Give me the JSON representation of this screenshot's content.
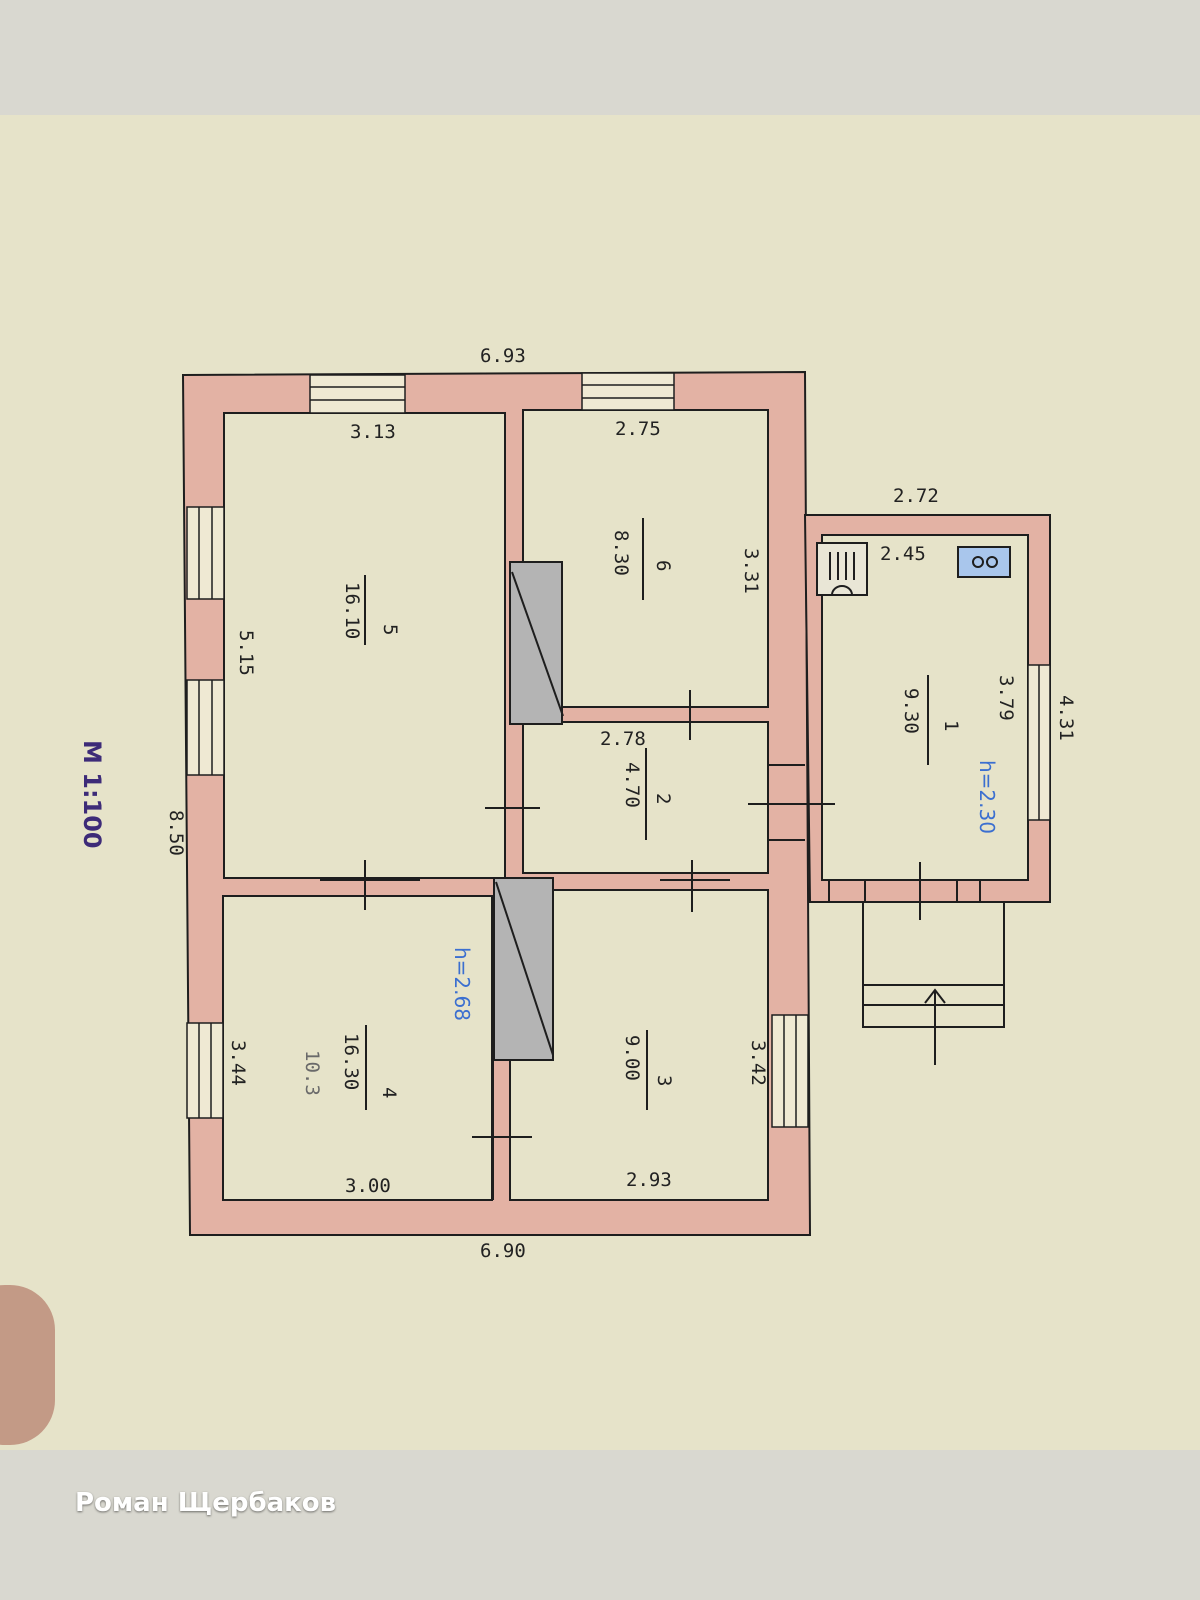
{
  "overall": {
    "top_width": "6.93",
    "bottom_width": "6.90",
    "left_height": "8.50",
    "annex_width": "2.72",
    "annex_height": "4.31"
  },
  "rooms": [
    {
      "number": "5",
      "area": "16.10",
      "dim_top": "3.13",
      "dim_side": "5.15"
    },
    {
      "number": "6",
      "area": "8.30",
      "dim_top": "2.75",
      "dim_side": "3.31"
    },
    {
      "number": "1",
      "area": "9.30",
      "dim_top": "2.45",
      "dim_side": "3.79"
    },
    {
      "number": "2",
      "area": "4.70",
      "dim_top": "2.78"
    },
    {
      "number": "4",
      "area": "16.30",
      "dim_bottom": "3.00",
      "dim_side": "3.44",
      "note": "10.3"
    },
    {
      "number": "3",
      "area": "9.00",
      "dim_bottom": "2.93",
      "dim_side": "3.42"
    }
  ],
  "heights": {
    "main": "h=2.68",
    "annex": "h=2.30"
  },
  "scale_note": "М 1:100",
  "watermark": "Роман Щербаков",
  "colors": {
    "wall": "#e3b2a4",
    "line": "#1e1e1e",
    "stove": "#b4b4b4",
    "blue": "#3b6fd0"
  }
}
